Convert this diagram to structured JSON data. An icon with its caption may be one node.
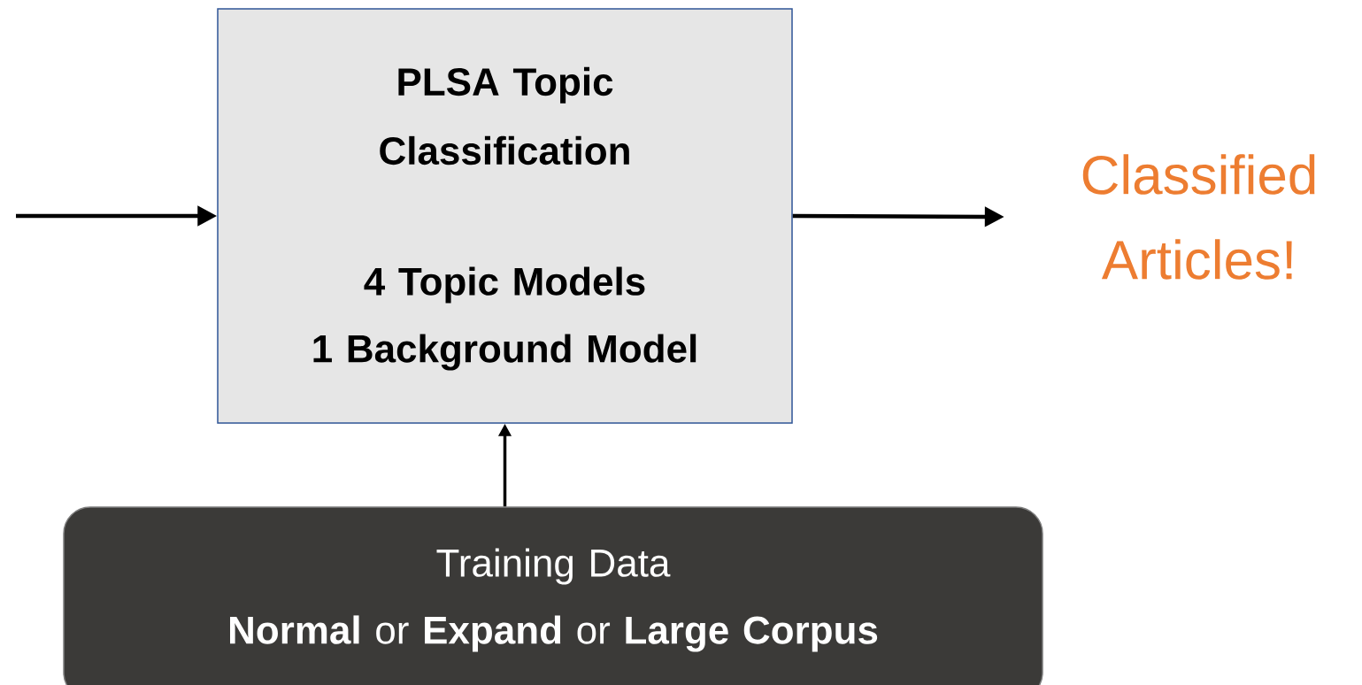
{
  "diagram": {
    "nodes": [
      {
        "text": [
          "PLSA Topic Classification",
          "4 Topic Models",
          "1 Background Model"
        ]
      },
      {
        "text": [
          "Classified Articles!"
        ]
      },
      {
        "text": [
          "Training Data",
          "**Normal** or **Expand** or **Large Corpus**"
        ]
      }
    ],
    "edges": [
      {
        "from": null,
        "to": 0,
        "arrow": "to"
      },
      {
        "from": 0,
        "to": 1,
        "arrow": "to"
      },
      {
        "from": 2,
        "to": 0,
        "arrow": "to"
      }
    ]
  }
}
